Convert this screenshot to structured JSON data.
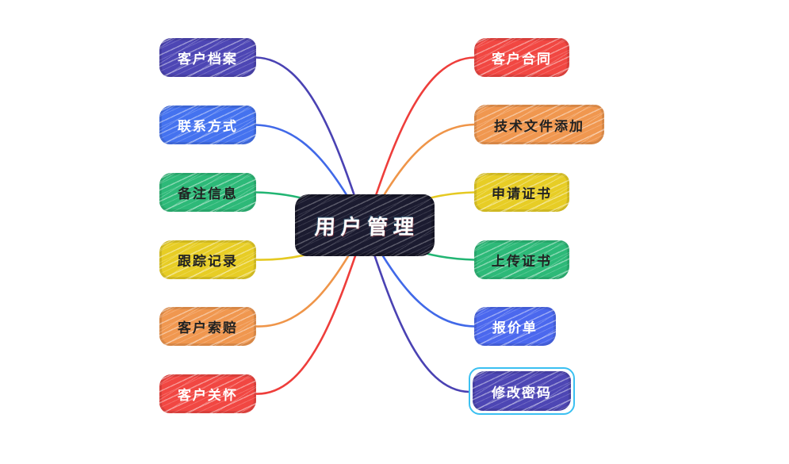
{
  "diagram": {
    "kind": "mindmap",
    "background": "#ffffff",
    "center": {
      "label": "用户管理",
      "fill": "#1b1b30",
      "text_color": "#ffffff"
    },
    "left_branches": [
      {
        "label": "客户档案",
        "fill": "#4d46b4",
        "text_color": "#ffffff",
        "line_color": "#4a42b3"
      },
      {
        "label": "联系方式",
        "fill": "#4472ef",
        "text_color": "#ffffff",
        "line_color": "#4169e8"
      },
      {
        "label": "备注信息",
        "fill": "#2db978",
        "text_color": "#222222",
        "line_color": "#22b573"
      },
      {
        "label": "跟踪记录",
        "fill": "#e7cd25",
        "text_color": "#222222",
        "line_color": "#e5c922"
      },
      {
        "label": "客户索赔",
        "fill": "#f0974f",
        "text_color": "#222222",
        "line_color": "#ef9549"
      },
      {
        "label": "客户关怀",
        "fill": "#f14742",
        "text_color": "#ffffff",
        "line_color": "#ee3e3b"
      }
    ],
    "right_branches": [
      {
        "label": "客户合同",
        "fill": "#f14742",
        "text_color": "#ffffff"
      },
      {
        "label": "技术文件添加",
        "fill": "#f0974f",
        "text_color": "#222222"
      },
      {
        "label": "申请证书",
        "fill": "#e7cd25",
        "text_color": "#222222"
      },
      {
        "label": "上传证书",
        "fill": "#2db978",
        "text_color": "#222222"
      },
      {
        "label": "报价单",
        "fill": "#4b68ee",
        "text_color": "#ffffff"
      },
      {
        "label": "修改密码",
        "fill": "#4d46b4",
        "text_color": "#ffffff",
        "selected": true,
        "selection_color": "#3bc0f1"
      }
    ]
  }
}
